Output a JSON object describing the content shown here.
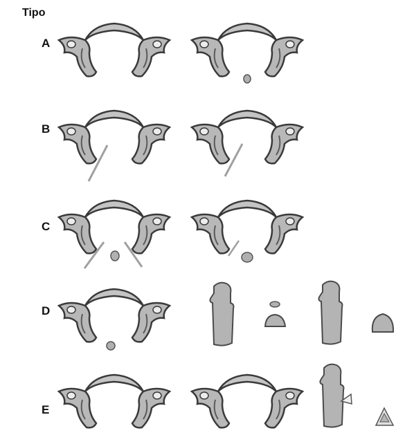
{
  "title": "Tipo",
  "rows": [
    {
      "label": "A"
    },
    {
      "label": "B"
    },
    {
      "label": "C"
    },
    {
      "label": "D"
    },
    {
      "label": "E"
    }
  ],
  "colors": {
    "bone_fill": "#b8b8b8",
    "bone_stroke": "#3a3a3a",
    "fracture_line": "#9a9a9a"
  }
}
